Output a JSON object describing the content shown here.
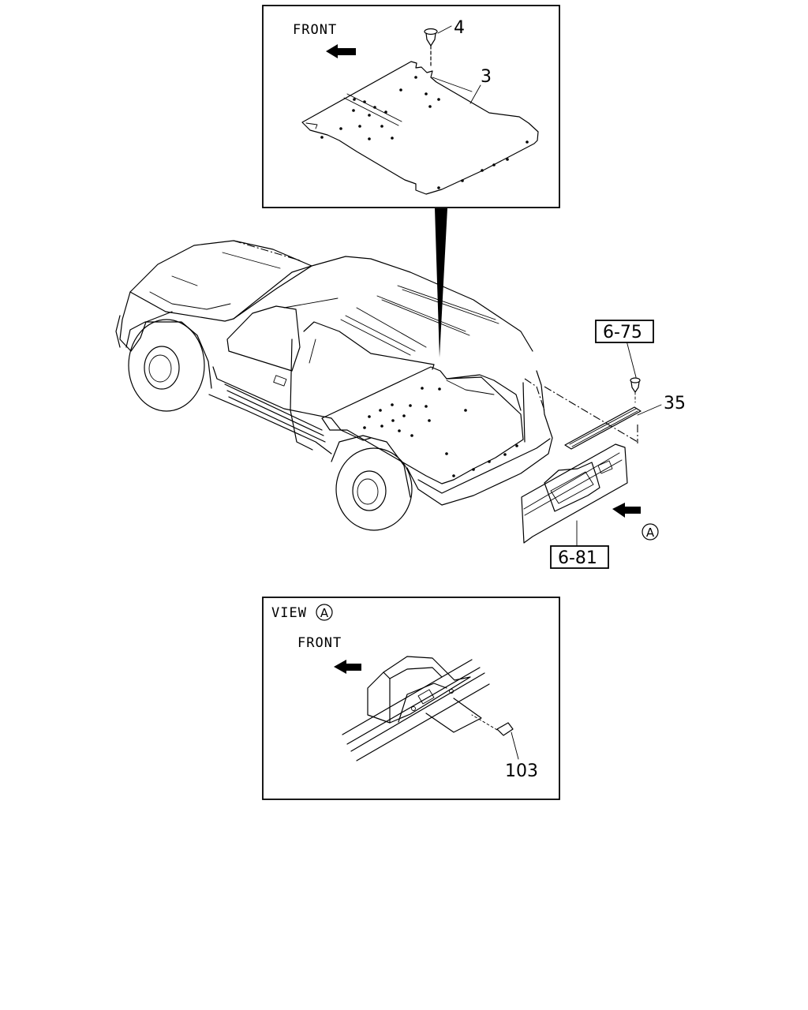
{
  "top_inset": {
    "front_label": "FRONT",
    "callouts": {
      "clip": "4",
      "floor_mat": "3"
    }
  },
  "main_view": {
    "callouts": {
      "ref_top": "6-75",
      "strip": "35",
      "ref_bottom": "6-81",
      "view_marker": "A"
    }
  },
  "view_a_inset": {
    "title": "VIEW",
    "marker": "A",
    "front_label": "FRONT",
    "callouts": {
      "screw": "103"
    }
  }
}
